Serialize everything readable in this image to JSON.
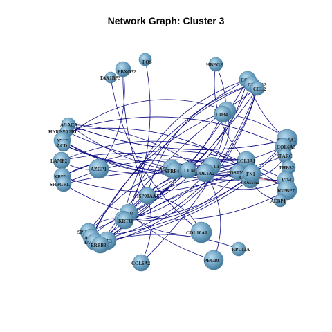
{
  "title": "Network Graph: Cluster 3",
  "colors": {
    "background": "#ffffff",
    "node_fill": "#6fa3c4",
    "node_fill_light": "#9cc6de",
    "node_stroke": "#4a7e9e",
    "edge_main": "#0a0a80",
    "edge_accent": "#a01818",
    "label": "#1a1a1a"
  },
  "nodes": [
    {
      "id": "FOS",
      "label": "FOS",
      "r": 9
    },
    {
      "id": "FBXO32",
      "label": "FBXO32",
      "r": 11
    },
    {
      "id": "TAX1BP3",
      "label": "TAX1BP3",
      "r": 8
    },
    {
      "id": "HBEGF",
      "label": "HBEGF",
      "r": 10
    },
    {
      "id": "CCL21",
      "label": "CCL21",
      "r": 12
    },
    {
      "id": "CXCL12",
      "label": "CXCL12",
      "r": 11
    },
    {
      "id": "CCL2",
      "label": "CCL2",
      "r": 10
    },
    {
      "id": "PTGDS",
      "label": "PTGDS",
      "r": 13
    },
    {
      "id": "CD34",
      "label": "CD34",
      "r": 12
    },
    {
      "id": "ACACA",
      "label": "ACACA",
      "r": 10
    },
    {
      "id": "HNRNPA2B1",
      "label": "HNRNPA2B1",
      "r": 9
    },
    {
      "id": "MGP",
      "label": "MGP",
      "r": 12
    },
    {
      "id": "ACD",
      "label": "ACD",
      "r": 9
    },
    {
      "id": "LAMP2",
      "label": "LAMP2",
      "r": 12
    },
    {
      "id": "XBP1",
      "label": "XBP1",
      "r": 12
    },
    {
      "id": "SHBGRL",
      "label": "SHBGRL",
      "r": 11
    },
    {
      "id": "AZGP1",
      "label": "AZGP1",
      "r": 14
    },
    {
      "id": "ASPN",
      "label": "ASPN",
      "r": 13
    },
    {
      "id": "SFRP4",
      "label": "SFRP4",
      "r": 12
    },
    {
      "id": "LUM",
      "label": "LUM",
      "r": 12
    },
    {
      "id": "COL3A1",
      "label": "COL3A1",
      "r": 13
    },
    {
      "id": "FSTL1",
      "label": "FSTL1",
      "r": 13
    },
    {
      "id": "COL1A2",
      "label": "COL1A2",
      "r": 13
    },
    {
      "id": "POSTN",
      "label": "POSTN",
      "r": 11
    },
    {
      "id": "COL5A1",
      "label": "COL5A1",
      "r": 12
    },
    {
      "id": "COL5A2",
      "label": "COL5A2",
      "r": 12
    },
    {
      "id": "FN1",
      "label": "FN1",
      "r": 13
    },
    {
      "id": "COL1A1",
      "label": "COL1A1",
      "r": 15
    },
    {
      "id": "COL6A3",
      "label": "COL6A3",
      "r": 12
    },
    {
      "id": "SPARC",
      "label": "SPARC",
      "r": 10
    },
    {
      "id": "THBS2",
      "label": "THBS2",
      "r": 10
    },
    {
      "id": "VIM",
      "label": "VIM",
      "r": 12
    },
    {
      "id": "IGFBP7",
      "label": "IGFBP7",
      "r": 14
    },
    {
      "id": "AEBP1",
      "label": "AEBP1",
      "r": 9
    },
    {
      "id": "HSP90AA1",
      "label": "HSP90AA1",
      "r": 12
    },
    {
      "id": "CD24",
      "label": "CD24",
      "r": 13
    },
    {
      "id": "KRT8",
      "label": "KRT8",
      "r": 12
    },
    {
      "id": "KRT18",
      "label": "KRT18",
      "r": 12
    },
    {
      "id": "SPINT2",
      "label": "SPINT2",
      "r": 12
    },
    {
      "id": "AGR2",
      "label": "AGR2",
      "r": 12
    },
    {
      "id": "TFF3",
      "label": "TFF3",
      "r": 13
    },
    {
      "id": "TACSTD2",
      "label": "TACSTD2",
      "r": 12
    },
    {
      "id": "ERBB3",
      "label": "ERBB3",
      "r": 12
    },
    {
      "id": "COL6A2",
      "label": "COL6A2",
      "r": 12
    },
    {
      "id": "COL10A1",
      "label": "COL10A1",
      "r": 15
    },
    {
      "id": "PEG10",
      "label": "PEG10",
      "r": 14
    },
    {
      "id": "RPL13A",
      "label": "RPL13A",
      "r": 10
    }
  ],
  "edges": [
    [
      "FBXO32",
      "HSP90AA1"
    ],
    [
      "FOS",
      "CD24"
    ],
    [
      "TAX1BP3",
      "COL10A1"
    ],
    [
      "HBEGF",
      "FSTL1"
    ],
    [
      "CCL21",
      "KRT8"
    ],
    [
      "CCL21",
      "TFF3"
    ],
    [
      "CCL21",
      "AGR2"
    ],
    [
      "CXCL12",
      "SPINT2"
    ],
    [
      "CXCL12",
      "KRT18"
    ],
    [
      "CCL2",
      "TACSTD2"
    ],
    [
      "CCL2",
      "ERBB3"
    ],
    [
      "CD34",
      "KRT8"
    ],
    [
      "PTGDS",
      "AGR2"
    ],
    [
      "CCL21",
      "CD24"
    ],
    [
      "CXCL12",
      "HSP90AA1"
    ],
    [
      "CCL2",
      "COL6A2"
    ],
    [
      "ACACA",
      "COL1A1"
    ],
    [
      "HNRNPA2B1",
      "FN1"
    ],
    [
      "MGP",
      "COL3A1"
    ],
    [
      "MGP",
      "PTGDS"
    ],
    [
      "ACD",
      "COL1A2"
    ],
    [
      "LAMP2",
      "COL5A1"
    ],
    [
      "XBP1",
      "POSTN"
    ],
    [
      "XBP1",
      "VIM"
    ],
    [
      "SHBGRL",
      "IGFBP7"
    ],
    [
      "SHBGRL",
      "COL5A2"
    ],
    [
      "AZGP1",
      "COL6A3"
    ],
    [
      "AZGP1",
      "LAMP2"
    ],
    [
      "ASPN",
      "COL1A2"
    ],
    [
      "ASPN",
      "FN1"
    ],
    [
      "SFRP4",
      "LUM"
    ],
    [
      "COL3A1",
      "COL1A2"
    ],
    [
      "COL3A1",
      "POSTN"
    ],
    [
      "POSTN",
      "COL5A2"
    ],
    [
      "COL5A1",
      "SPARC"
    ],
    [
      "COL1A1",
      "THBS2"
    ],
    [
      "FN1",
      "VIM"
    ],
    [
      "COL1A2",
      "KRT8"
    ],
    [
      "FSTL1",
      "TFF3"
    ],
    [
      "COL3A1",
      "KRT18"
    ],
    [
      "POSTN",
      "ERBB3"
    ],
    [
      "COL1A1",
      "ACACA"
    ],
    [
      "COL6A3",
      "HNRNPA2B1"
    ],
    [
      "SPARC",
      "MGP"
    ],
    [
      "IGFBP7",
      "LAMP2"
    ],
    [
      "VIM",
      "ACD"
    ],
    [
      "COL1A1",
      "CD34"
    ],
    [
      "FN1",
      "ACACA"
    ],
    [
      "COL5A2",
      "AEBP1"
    ],
    [
      "HSP90AA1",
      "COL10A1"
    ],
    [
      "CD24",
      "PEG10"
    ],
    [
      "TFF3",
      "RPL13A"
    ],
    [
      "COL6A2",
      "HSP90AA1"
    ],
    [
      "COL10A1",
      "CD24"
    ],
    [
      "KRT8",
      "SPINT2"
    ],
    [
      "AGR2",
      "CD24"
    ],
    [
      "CCL21",
      "COL1A1"
    ],
    [
      "FBXO32",
      "AZGP1"
    ],
    [
      "HBEGF",
      "COL3A1"
    ],
    [
      "PTGDS",
      "FSTL1"
    ],
    [
      "TACSTD2",
      "CCL2"
    ],
    [
      "ERBB3",
      "COL5A1"
    ],
    [
      "KRT18",
      "COL6A3"
    ],
    [
      "XBP1",
      "SFRP4"
    ],
    [
      "LUM",
      "VIM"
    ],
    [
      "FSTL1",
      "HNRNPA2B1"
    ],
    [
      "COL1A2",
      "ACACA"
    ],
    [
      "SHBGRL",
      "FN1"
    ],
    [
      "PEG10",
      "COL1A2"
    ],
    [
      "SPINT2",
      "COL3A1"
    ],
    [
      "TFF3",
      "COL5A2"
    ],
    [
      "KRT8",
      "FSTL1"
    ],
    [
      "AGR2",
      "COL1A1"
    ],
    [
      "CD24",
      "COL3A1"
    ],
    [
      "ERBB3",
      "CCL2"
    ],
    [
      "HSP90AA1",
      "FN1"
    ]
  ],
  "accent_edges": [
    [
      "COL3A1",
      "COL5A1"
    ],
    [
      "COL1A2",
      "FSTL1"
    ],
    [
      "POSTN",
      "COL5A2"
    ],
    [
      "FN1",
      "COL5A1"
    ],
    [
      "SPARC",
      "COL1A1"
    ],
    [
      "IGFBP7",
      "COL5A2"
    ],
    [
      "ACD",
      "MGP"
    ],
    [
      "LAMP2",
      "XBP1"
    ],
    [
      "VIM",
      "AEBP1"
    ]
  ]
}
